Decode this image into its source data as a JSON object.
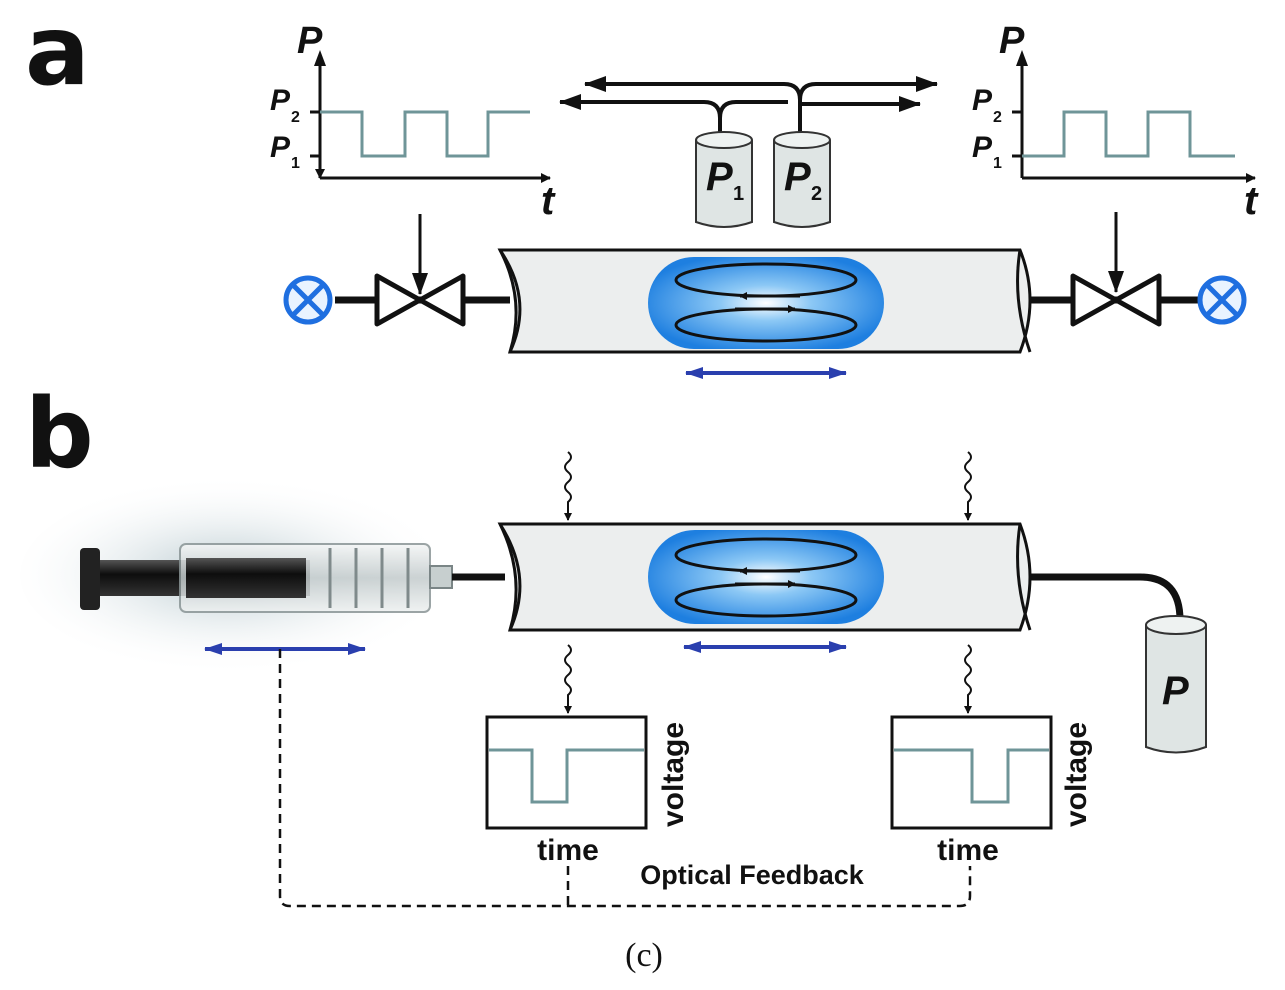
{
  "panel_a": {
    "label": "a",
    "left_plot": {
      "y_axis": "P",
      "x_axis": "t",
      "levels": [
        {
          "main": "P",
          "sub": "2"
        },
        {
          "main": "P",
          "sub": "1"
        }
      ]
    },
    "right_plot": {
      "y_axis": "P",
      "x_axis": "t",
      "levels": [
        {
          "main": "P",
          "sub": "2"
        },
        {
          "main": "P",
          "sub": "1"
        }
      ]
    },
    "reservoirs": [
      {
        "main": "P",
        "sub": "1"
      },
      {
        "main": "P",
        "sub": "2"
      }
    ]
  },
  "panel_b": {
    "label": "b",
    "reservoir": "P",
    "oscilloscopes": [
      {
        "x_label": "time",
        "y_label": "voltage"
      },
      {
        "x_label": "time",
        "y_label": "voltage"
      }
    ],
    "feedback_label": "Optical Feedback"
  },
  "caption": "(c)",
  "colors": {
    "signal": "#6f9598",
    "droplet": "#1e7fe0",
    "arrow": "#2a3fae",
    "valve_cap": "#1f6fe0",
    "tube_fill": "#eceeee"
  }
}
